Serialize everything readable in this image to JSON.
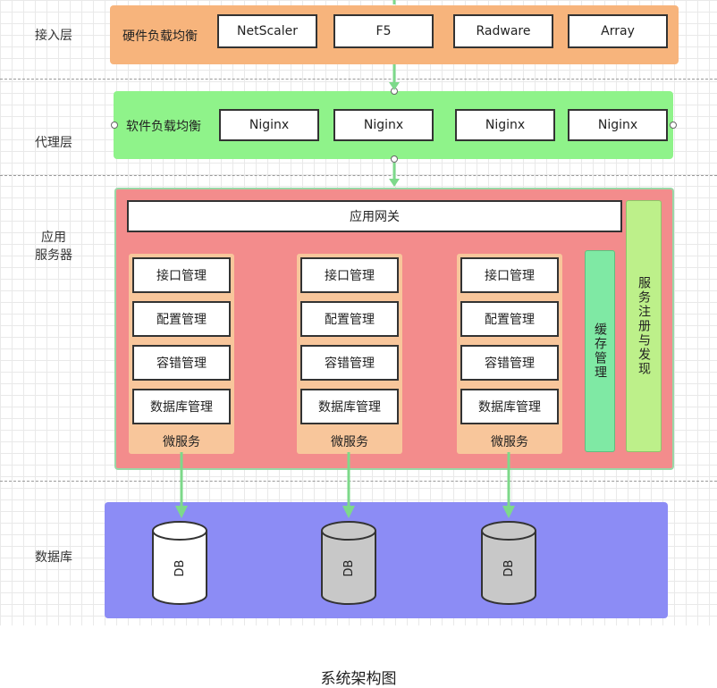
{
  "layers": {
    "access": "接入层",
    "proxy": "代理层",
    "app_line1": "应用",
    "app_line2": "服务器",
    "database": "数据库"
  },
  "access_layer": {
    "title": "硬件负载均衡",
    "items": [
      "NetScaler",
      "F5",
      "Radware",
      "Array"
    ],
    "color": "#f7b47c"
  },
  "proxy_layer": {
    "title": "软件负载均衡",
    "items": [
      "Niginx",
      "Niginx",
      "Niginx",
      "Niginx"
    ],
    "color": "#8ff38a"
  },
  "app_layer": {
    "gateway": "应用网关",
    "color": "#f38c8c",
    "microservices": [
      {
        "items": [
          "接口管理",
          "配置管理",
          "容错管理",
          "数据库管理"
        ],
        "label": "微服务"
      },
      {
        "items": [
          "接口管理",
          "配置管理",
          "容错管理",
          "数据库管理"
        ],
        "label": "微服务"
      },
      {
        "items": [
          "接口管理",
          "配置管理",
          "容错管理",
          "数据库管理"
        ],
        "label": "微服务"
      }
    ],
    "cache": "缓存管理",
    "cache_color": "#7fe9a4",
    "registry": "服务注册与发现",
    "registry_color": "#bdf08a"
  },
  "db_layer": {
    "color": "#8c8cf5",
    "dbs": [
      {
        "label": "DB",
        "fill": "#ffffff"
      },
      {
        "label": "DB",
        "fill": "#c8c8c8"
      },
      {
        "label": "DB",
        "fill": "#c8c8c8"
      }
    ]
  },
  "arrow_color": "#7dd98a",
  "caption": "系统架构图"
}
